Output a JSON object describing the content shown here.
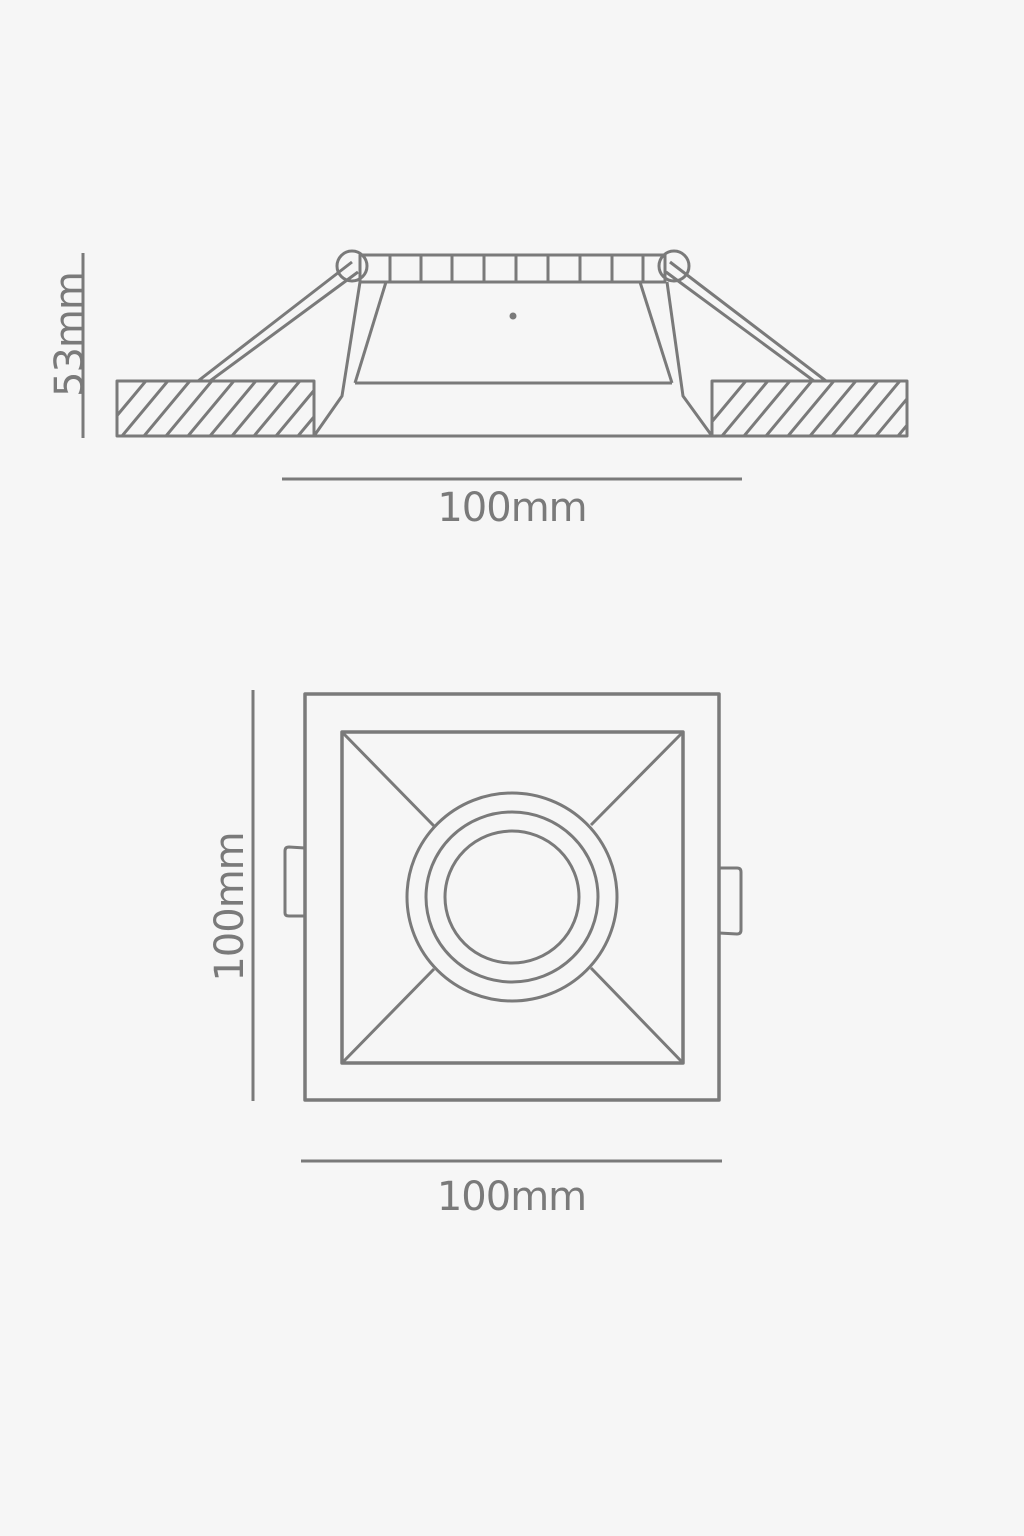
{
  "side_view": {
    "height_label": "53mm",
    "width_label": "100mm"
  },
  "top_view": {
    "height_label": "100mm",
    "width_label": "100mm"
  },
  "colors": {
    "background": "#f6f6f6",
    "line": "#7a7a7a"
  }
}
